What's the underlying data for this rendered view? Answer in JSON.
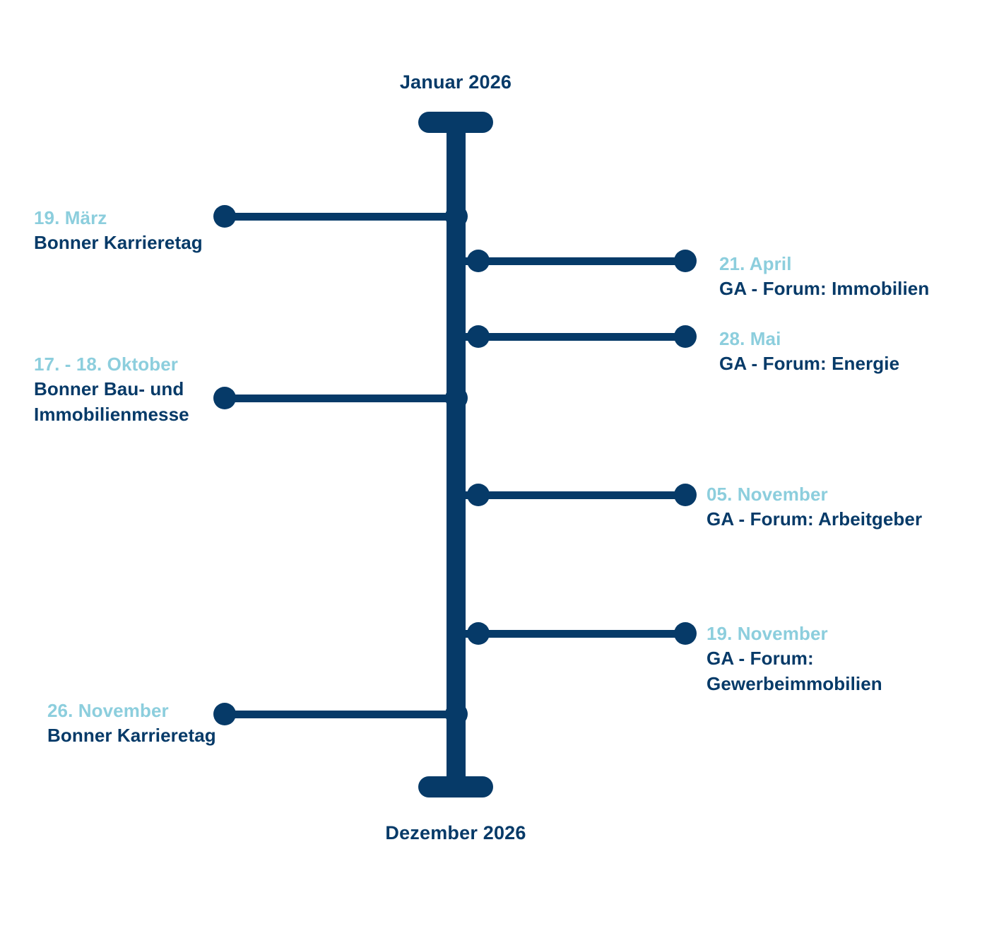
{
  "axis": {
    "start_label": "Januar 2026",
    "end_label": "Dezember 2026",
    "line_color": "#063a68"
  },
  "theme": {
    "date_color": "#8ccedd",
    "title_color": "#063a68",
    "background": "#ffffff"
  },
  "entries": [
    {
      "side": "left",
      "date": "19. März",
      "title_line1": "Bonner Karrieretag",
      "title_line2": ""
    },
    {
      "side": "right",
      "date": "21.  April",
      "title_line1": "GA - Forum:  Immobilien",
      "title_line2": ""
    },
    {
      "side": "right",
      "date": "28.  Mai",
      "title_line1": "GA - Forum:  Energie",
      "title_line2": ""
    },
    {
      "side": "left",
      "date": "17. - 18. Oktober",
      "title_line1": "Bonner Bau- und",
      "title_line2": "Immobilienmesse"
    },
    {
      "side": "right",
      "date": "05. November",
      "title_line1": "GA - Forum:  Arbeitgeber",
      "title_line2": ""
    },
    {
      "side": "right",
      "date": "19.  November",
      "title_line1": "GA - Forum:",
      "title_line2": "Gewerbeimmobilien"
    },
    {
      "side": "left",
      "date": "26.  November",
      "title_line1": "Bonner Karrieretag",
      "title_line2": ""
    }
  ]
}
